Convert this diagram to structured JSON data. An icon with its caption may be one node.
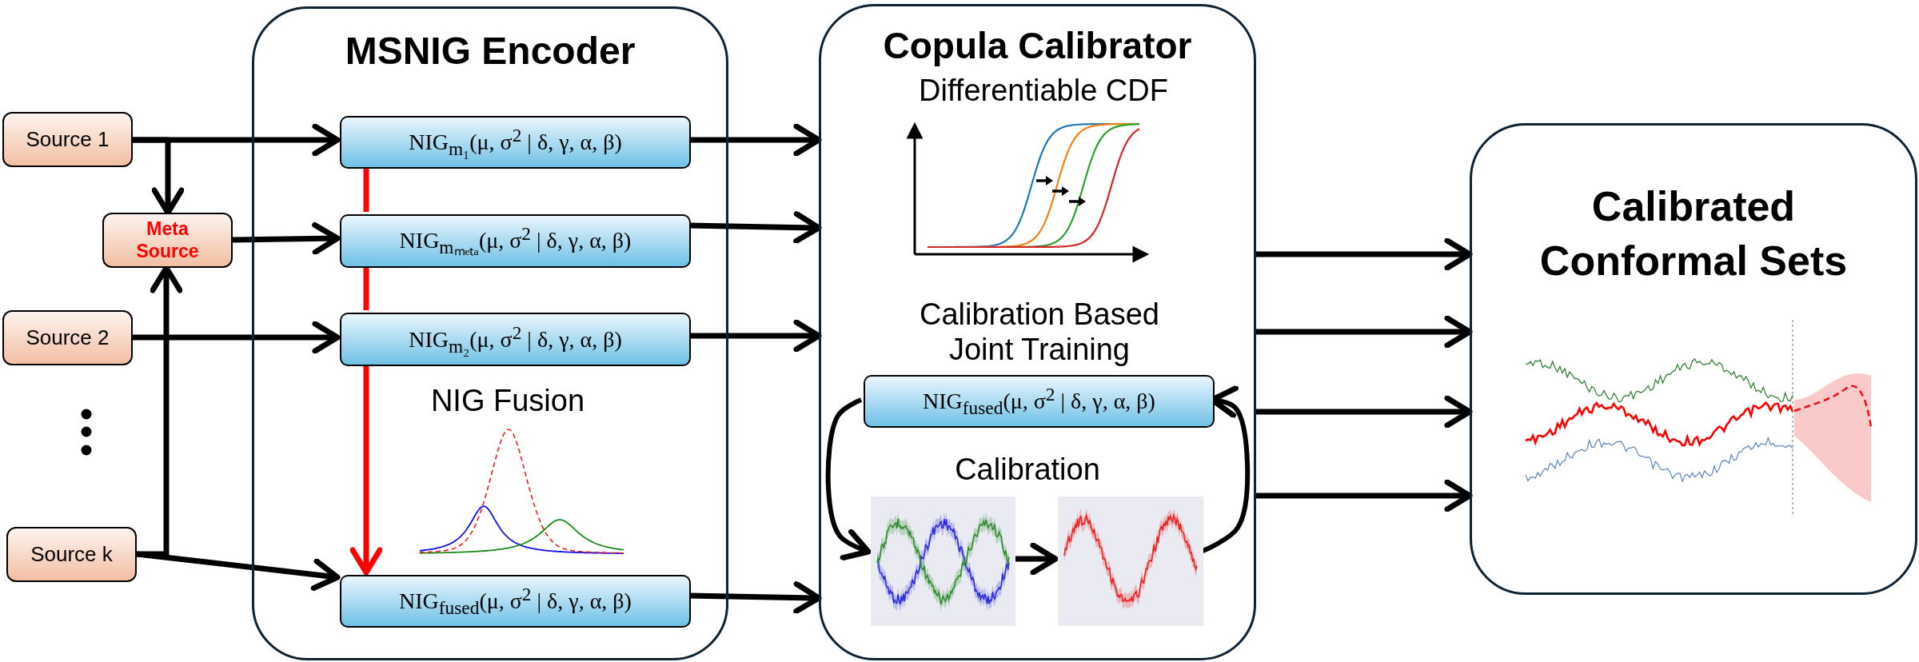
{
  "diagram": {
    "nodes": [
      {
        "text": [
          "Source 1"
        ]
      },
      {
        "text": [
          "Meta Source"
        ]
      },
      {
        "text": [
          "Source 2"
        ]
      },
      {
        "text": [
          "Source k"
        ]
      },
      {
        "text": [
          "MSNIG Encoder"
        ]
      },
      {
        "text": [
          "NIG$_{m₁}$(μ, σ$^{2}$ | δ, γ, α, β)"
        ],
        "in": 4
      },
      {
        "text": [
          "NIG$_{mₘₑₜₐ}$(μ, σ$^{2}$ | δ, γ, α, β)"
        ],
        "in": 4
      },
      {
        "text": [
          "NIG$_{m₂}$(μ, σ$^{2}$ | δ, γ, α, β)"
        ],
        "in": 4
      },
      {
        "text": [
          "NIG$_{fused}$(μ, σ$^{2}$ | δ, γ, α, β)"
        ],
        "in": 4
      },
      {
        "text": [
          "Copula Calibrator"
        ]
      },
      {
        "text": [
          "NIG$_{fused}$(μ, σ$^{2}$ | δ, γ, α, β)"
        ],
        "in": 9
      },
      {
        "text": [],
        "shape": "picture",
        "in": 9
      },
      {
        "text": [],
        "shape": "picture",
        "in": 9
      },
      {
        "text": [
          "Calibrated Conformal Sets"
        ]
      }
    ],
    "edges": [
      {
        "from": 0,
        "to": 5,
        "arrow": "to"
      },
      {
        "from": 0,
        "to": 1,
        "arrow": "to"
      },
      {
        "from": 1,
        "to": 6,
        "arrow": "to"
      },
      {
        "from": 2,
        "to": 7,
        "arrow": "to"
      },
      {
        "from": 3,
        "to": 1,
        "arrow": "to"
      },
      {
        "from": 3,
        "to": 8,
        "arrow": "to"
      },
      {
        "from": 5,
        "to": 6,
        "arrow": "none",
        "color": "#ff0000"
      },
      {
        "from": 6,
        "to": 7,
        "arrow": "none",
        "color": "#ff0000"
      },
      {
        "from": 7,
        "to": 8,
        "arrow": "to",
        "color": "#ff0000"
      },
      {
        "from": 5,
        "to": 9,
        "arrow": "to"
      },
      {
        "from": 6,
        "to": 9,
        "arrow": "to"
      },
      {
        "from": 7,
        "to": 9,
        "arrow": "to"
      },
      {
        "from": 8,
        "to": 9,
        "arrow": "to"
      },
      {
        "from": 9,
        "to": 13,
        "arrow": "to"
      },
      {
        "from": 9,
        "to": 13,
        "arrow": "to"
      },
      {
        "from": 9,
        "to": 13,
        "arrow": "to"
      },
      {
        "from": 9,
        "to": 13,
        "arrow": "to"
      },
      {
        "from": 10,
        "to": 11,
        "arrow": "to"
      },
      {
        "from": 11,
        "to": 12,
        "arrow": "to"
      },
      {
        "from": 12,
        "to": 10,
        "arrow": "to"
      }
    ],
    "labels": [
      "NIG Fusion",
      "Differentiable CDF",
      "Calibration Based Joint Training",
      "Calibration"
    ]
  }
}
